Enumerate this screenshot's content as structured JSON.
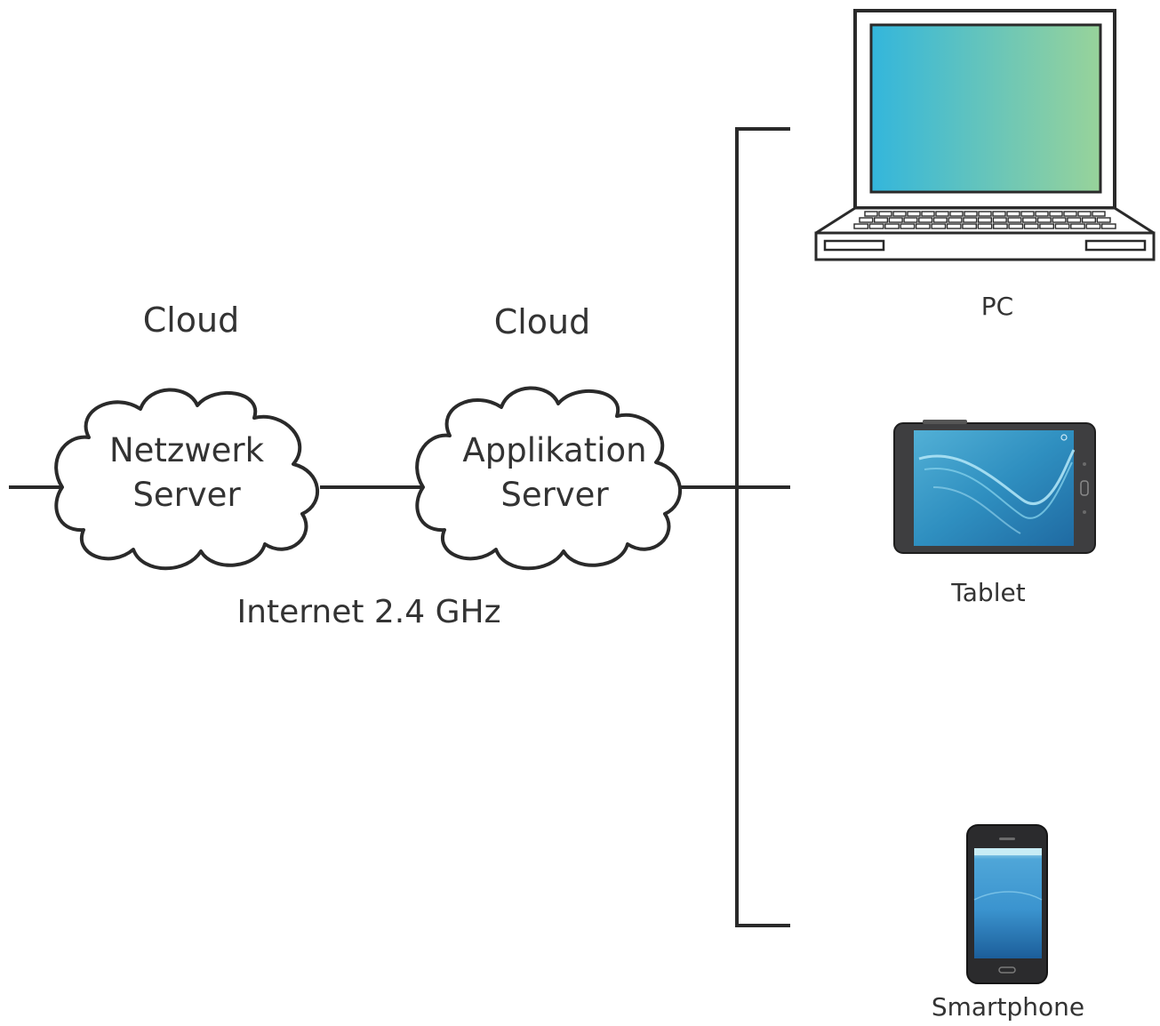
{
  "clouds": [
    {
      "title": "Cloud",
      "line1": "Netzwerk",
      "line2": "Server"
    },
    {
      "title": "Cloud",
      "line1": "Applikation",
      "line2": "Server"
    }
  ],
  "network_label": "Internet 2.4 GHz",
  "devices": {
    "pc": {
      "label": "PC"
    },
    "tablet": {
      "label": "Tablet"
    },
    "smartphone": {
      "label": "Smartphone"
    }
  },
  "colors": {
    "line": "#2a2a2a",
    "screen_gradient_start": "#33b6dc",
    "screen_gradient_end": "#98d39a"
  }
}
